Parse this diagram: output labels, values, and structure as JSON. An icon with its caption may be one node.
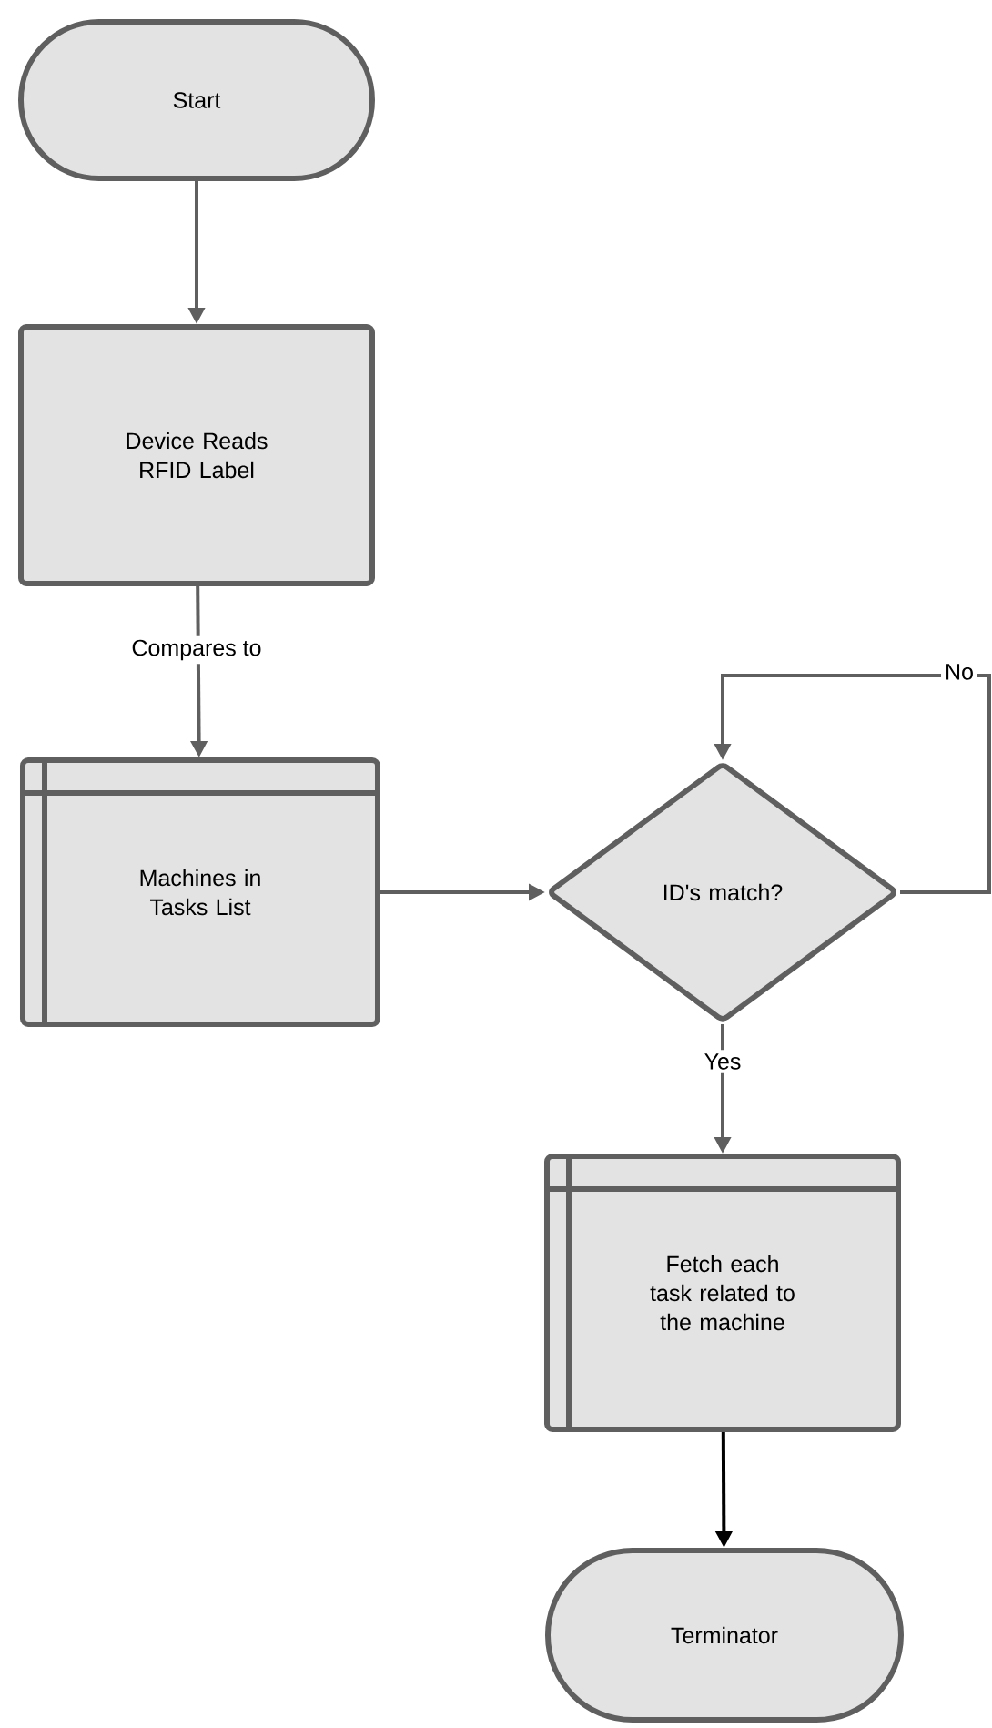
{
  "diagram": {
    "nodes": [
      {
        "text": [
          "Start"
        ]
      },
      {
        "text": [
          "Device Reads RFID Label"
        ]
      },
      {
        "text": [
          "Machines in Tasks List"
        ]
      },
      {
        "text": [
          "ID's match?"
        ]
      },
      {
        "text": [
          "Fetch each task related to the machine"
        ]
      },
      {
        "text": [
          "Terminator"
        ]
      }
    ],
    "edges": [
      {
        "from": 0,
        "to": 1,
        "arrow": "to"
      },
      {
        "from": 1,
        "to": 2,
        "arrow": "to",
        "label": "Compares to"
      },
      {
        "from": 2,
        "to": 3,
        "arrow": "to"
      },
      {
        "from": 3,
        "to": 3,
        "arrow": "to",
        "label": "No"
      },
      {
        "from": 3,
        "to": 4,
        "arrow": "to",
        "label": "Yes"
      },
      {
        "from": 4,
        "to": 5,
        "arrow": "to",
        "color": "#000000"
      }
    ]
  }
}
